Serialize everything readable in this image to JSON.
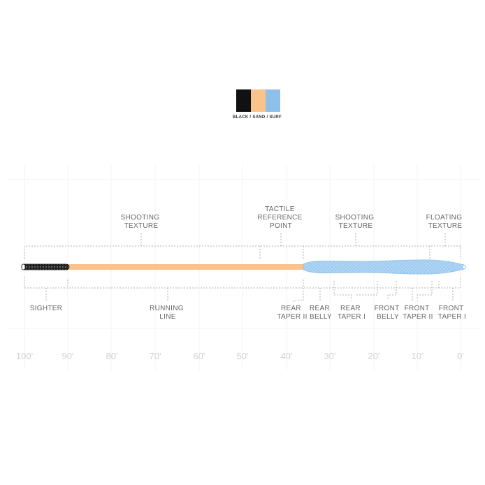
{
  "color": {
    "swatches": [
      {
        "name": "black",
        "hex": "#111111"
      },
      {
        "name": "sand",
        "hex": "#fbc38b"
      },
      {
        "name": "surf",
        "hex": "#8ec0ea"
      }
    ],
    "label": "BLACK / SAND / SURF"
  },
  "labels": {
    "shooting_texture_left": [
      "SHOOTING",
      "TEXTURE"
    ],
    "tactile_reference_point": [
      "TACTILE",
      "REFERENCE",
      "POINT"
    ],
    "shooting_texture_right": [
      "SHOOTING",
      "TEXTURE"
    ],
    "floating_texture": [
      "FLOATING",
      "TEXTURE"
    ],
    "sighter": [
      "SIGHTER"
    ],
    "running_line": [
      "RUNNING",
      "LINE"
    ],
    "rear_taper_ii": [
      "REAR",
      "TAPER II"
    ],
    "rear_belly": [
      "REAR",
      "BELLY"
    ],
    "rear_taper_i": [
      "REAR",
      "TAPER I"
    ],
    "front_belly": [
      "FRONT",
      "BELLY"
    ],
    "front_taper_ii": [
      "FRONT",
      "TAPER II"
    ],
    "front_taper_i": [
      "FRONT",
      "TAPER I"
    ]
  },
  "scale": [
    "100'",
    "90'",
    "80'",
    "70'",
    "60'",
    "50'",
    "40'",
    "30'",
    "20'",
    "10'",
    "0'"
  ]
}
